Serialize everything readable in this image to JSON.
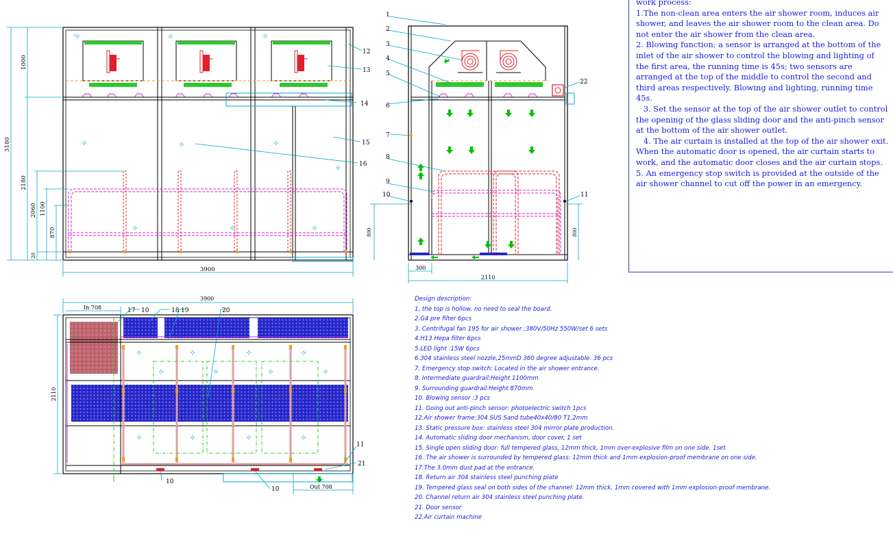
{
  "process": {
    "heading": "work process:",
    "items": [
      "1.The non-clean area enters the air shower room, induces air shower, and leaves the air shower room to the clean area. Do not enter the air shower from the clean area.",
      "2. Blowing function: a sensor is arranged at the bottom of the inlet of the air shower to control the blowing and lighting of the first area, the running time is 45s; two sensors are arranged at the top of the middle to control the second and third areas respectively. Blowing and lighting, running time 45s.",
      "   3. Set the sensor at the top of the air shower outlet to control the opening of the glass sliding door and the anti-pinch sensor at the bottom of the air shower outlet.",
      "   4. The air curtain is installed at the top of the air shower exit. When the automatic door is opened, the air curtain starts to work, and the automatic door closes and the air curtain stops.",
      "5. An emergency stop switch is provided at the outside of the air shower channel to cut off the power in an emergency."
    ]
  },
  "design": {
    "heading": "Design description:",
    "items": [
      "1, the top is hollow, no need to seal the board.",
      "2.G4 pre filter      6pcs",
      "3. Centrifugal fan 195 for air shower ;380V/50Hz      550W/set          6 sets",
      "4.H13 Hepa filter          6pcs",
      "5.LED light :15W       6pcs",
      "6.304 stainless steel nozzle,25mmD 360 degree adjustable.       36 pcs",
      "7. Emergency stop switch: Located in the air shower entrance.",
      "8. Intermediate guardrail:Height 1100mm",
      "9. Surrounding guardrail:Height 870mm",
      "10. Blowing sensor :3 pcs",
      "11. Going out anti-pinch sensor: photoelectric switch       1pcs",
      "12.Air shower frame:304 SUS Sand tube40x40/80       T1.2mm",
      "13. Static pressure box: stainless steel 304 mirror plate production.",
      "14. Automatic sliding door mechanism, door cover,         1 set",
      "15. Single open sliding door: full tempered glass, 12mm thick, 1mm over-explosive film on one side.       1set",
      "16. The air shower is surrounded by tempered glass: 12mm thick and 1mm explosion-proof membrane on one side.",
      "17.The 3.0mm dust pad at the entrance.",
      "18. Return air 304 stainless steel punching plate",
      "19. Tempered glass seal on both sides of the channel: 12mm thick, 1mm covered with 1mm explosion-proof membrane.",
      "20. Channel return air 304 stainless steel punching plate.",
      "21. Door sensor",
      "22.Air curtain machine"
    ]
  },
  "front_dims": {
    "d3180": "3180",
    "d1000": "1000",
    "d2180": "2180",
    "d2060": "2060",
    "d1100": "1100",
    "d870": "870",
    "d20": "20",
    "d3900": "3900"
  },
  "side_dims": {
    "d800l": "800",
    "d800r": "800",
    "d300": "300",
    "d2110": "2110"
  },
  "plan_dims": {
    "d3900": "3900",
    "d2110": "2110",
    "din": "In 708",
    "dout": "Out 708"
  },
  "callouts": {
    "c1": "1",
    "c2": "2",
    "c3": "3",
    "c4": "4",
    "c5": "5",
    "c6": "6",
    "c7": "7",
    "c8": "8",
    "c9": "9",
    "c10": "10",
    "c11": "11",
    "c12": "12",
    "c13": "13",
    "c14": "14",
    "c15": "15",
    "c16": "16",
    "c17": "17",
    "c18": "18",
    "c19": "19",
    "c20": "20",
    "c21": "21",
    "c22": "22"
  },
  "colors": {
    "text_blue": "#1a1ad8",
    "dim_cyan": "#00a8c8",
    "frame": "#000000",
    "guardrail_red": "#e0202a",
    "guardrail_magenta": "#d020d0",
    "filter_green": "#2ec82e",
    "airflow_green": "#00c000",
    "perforated_blue": "#2626c8",
    "dust_pad": "#b8606a"
  }
}
